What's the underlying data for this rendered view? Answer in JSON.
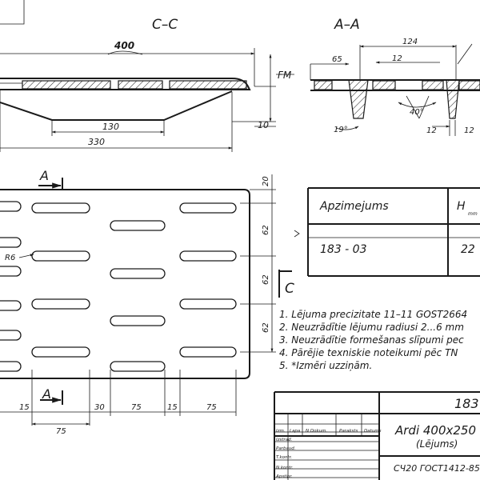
{
  "section_cc": {
    "title": "C–C",
    "dim_400": "400",
    "dim_130": "130",
    "dim_330": "330",
    "dim_10": "10",
    "label_fm": "FM"
  },
  "section_aa": {
    "title": "A–A",
    "dim_124": "124",
    "dim_12_top": "12",
    "dim_65": "65",
    "dim_40deg": "40°",
    "dim_19deg": "19°",
    "dim_12_bottom": "12",
    "dim_12_cut": "12"
  },
  "plan": {
    "cut_mark_a": "A",
    "cut_mark_c": "C",
    "radius_label": "R6",
    "right_dims": [
      "20",
      "62",
      "62",
      "62"
    ],
    "bottom_dims": [
      "15",
      "75",
      "30",
      "75",
      "15",
      "75"
    ]
  },
  "table": {
    "col1_header": "Apzimejums",
    "col2_header": "H",
    "col2_unit": "mm",
    "row_code": "183 - 03",
    "row_value": "22"
  },
  "notes": [
    "1.  Lējuma precizitate 11–11 GOST2664",
    "2.  Neuzrādītie lējumu radiusi 2...6 mm",
    "3.  Neuzrādītie formešanas slīpumi pec",
    "4.  Pārējie texniskie noteikumi pēc TN",
    "5.  *Izmēri uzziņām."
  ],
  "title_block": {
    "doc_number": "183",
    "part_name": "Ardi 400x250",
    "part_sub": "(Lējums)",
    "material": "СЧ20  ГОСТ1412-85",
    "col_headers": [
      "Izm.",
      "Lapa",
      "N  Dokum.",
      "Paraksts",
      "Datums"
    ],
    "row_labels": [
      "Izstrad.",
      "Parbaud.",
      "T.kontr.",
      "",
      "N.kontr.",
      "Apstipr."
    ]
  }
}
